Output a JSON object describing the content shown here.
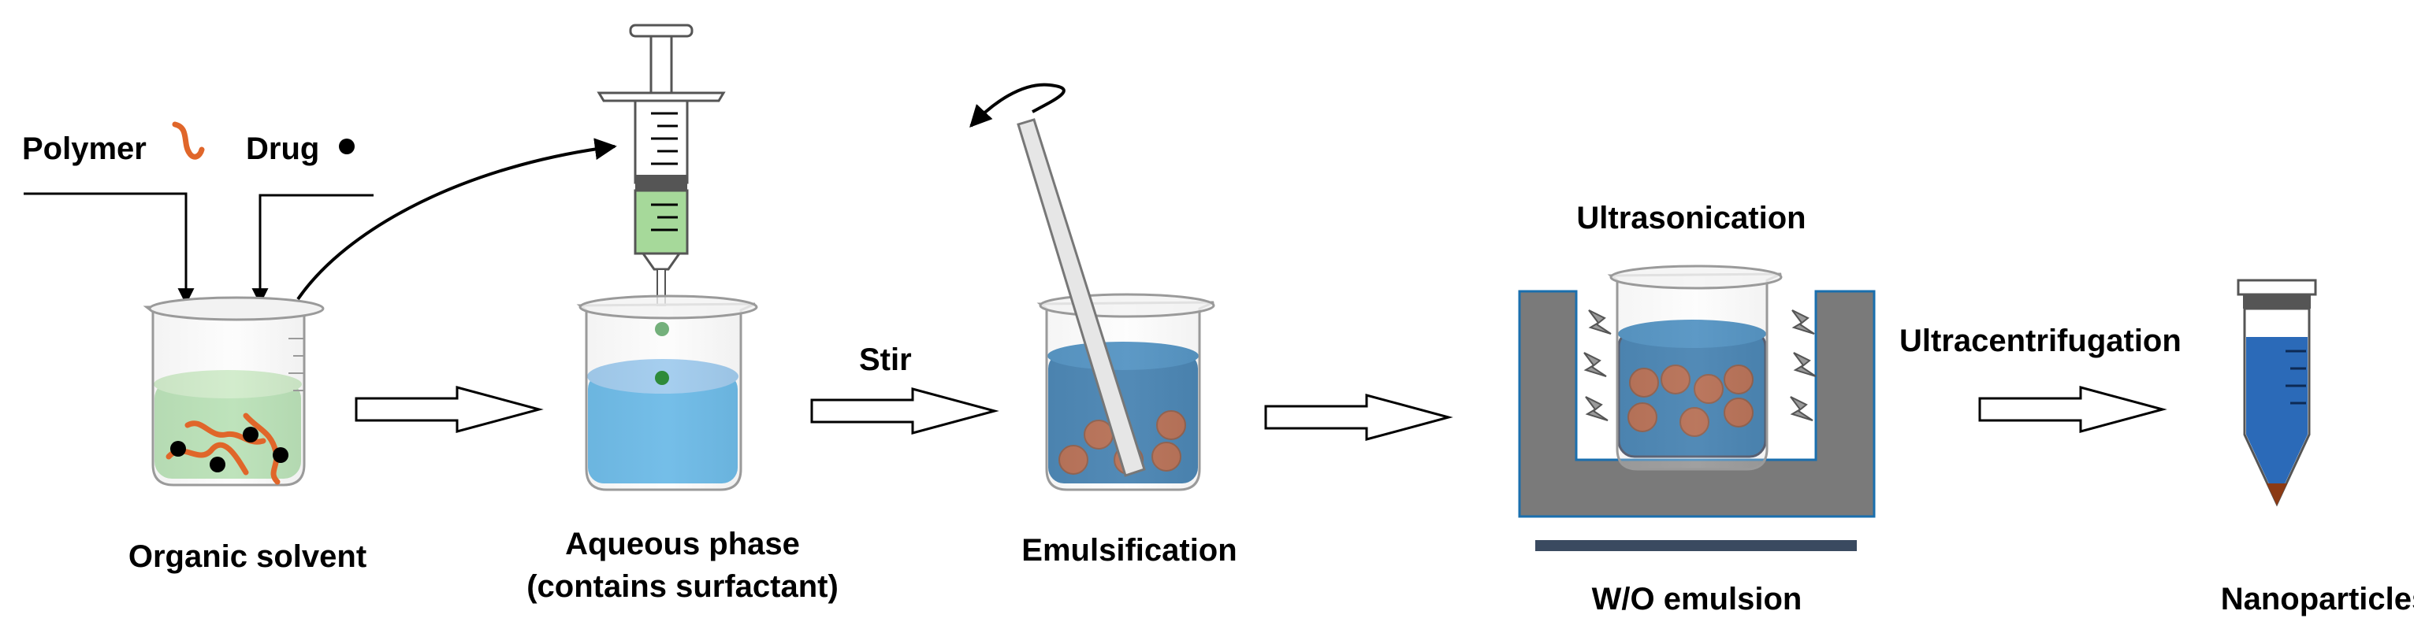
{
  "labels": {
    "polymer": "Polymer",
    "drug": "Drug",
    "organic_solvent": "Organic solvent",
    "aqueous_line1": "Aqueous phase",
    "aqueous_line2": "(contains surfactant)",
    "stir": "Stir",
    "emulsification": "Emulsification",
    "ultrasonication": "Ultrasonication",
    "wo_emulsion": "W/O emulsion",
    "ultracentrifugation": "Ultracentrifugation",
    "nanoparticles": "Nanoparticles"
  },
  "colors": {
    "polymer": "#e0662a",
    "drug": "#000000",
    "organic_liquid": "#9fd89b",
    "syringe_liquid": "#a6d99a",
    "drop": "#2e8b3a",
    "aqueous_liquid": "#2e9fe0",
    "aqueous_surface": "#7ab8ea",
    "emulsion_liquid": "#0b5b9a",
    "particle": "#a0401c",
    "bath": "#7a7a7a",
    "tube_liquid": "#2b6ab8",
    "pellet": "#8b3a14"
  },
  "icons": {
    "syringe": "syringe-icon",
    "stir_rod": "stir-rod-icon",
    "rotation_arrow": "rotation-arrow-icon",
    "sonication_bolt": "lightning-bolt-icon",
    "centrifuge_tube": "centrifuge-tube-icon"
  }
}
